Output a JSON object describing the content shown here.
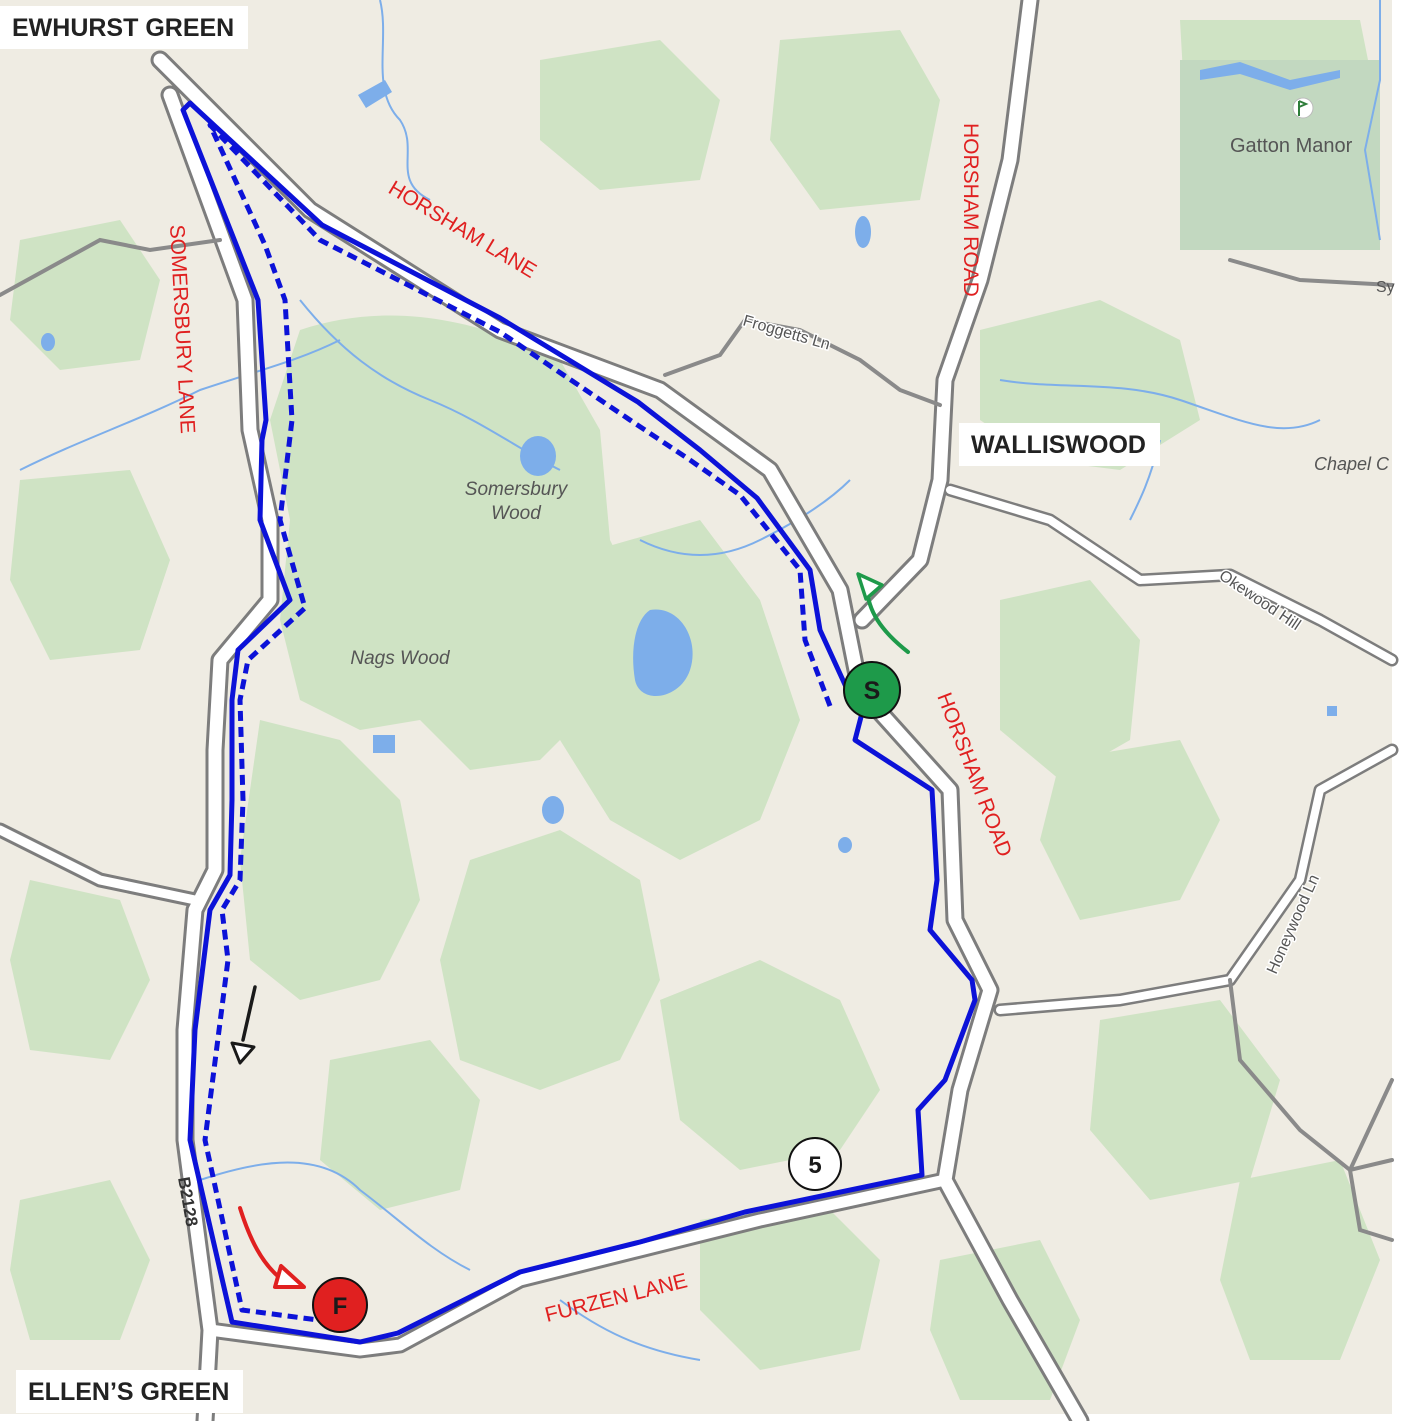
{
  "places": {
    "ewhurst_green": "EWHURST GREEN",
    "walliswood": "WALLISWOOD",
    "ellens_green": "ELLEN’S GREEN"
  },
  "road_labels": {
    "horsham_lane": "HORSHAM LANE",
    "horsham_road_north": "HORSHAM ROAD",
    "horsham_road_south": "HORSHAM ROAD",
    "somersbury_lane": "SOMERSBURY LANE",
    "furzen_lane": "FURZEN LANE",
    "b2128": "B2128"
  },
  "map_labels": {
    "gatton_manor": "Gatton Manor",
    "froggetts_ln": "Froggetts Ln",
    "somersbury_wood_1": "Somersbury",
    "somersbury_wood_2": "Wood",
    "nags_wood": "Nags Wood",
    "chapel": "Chapel C",
    "okewood_hill": "Okewood Hill",
    "honeywood_ln": "Honeywood Ln",
    "sy": "Sy"
  },
  "markers": {
    "start": "S",
    "finish": "F",
    "waypoint_5": "5"
  },
  "colors": {
    "land": "#efece3",
    "woodland": "#cfe3c4",
    "water": "#7daeea",
    "road_casing": "#7d7d7d",
    "route": "#0c12d8",
    "road_label": "#e02020",
    "start_marker": "#1e9a4a",
    "finish_marker": "#e02020"
  }
}
